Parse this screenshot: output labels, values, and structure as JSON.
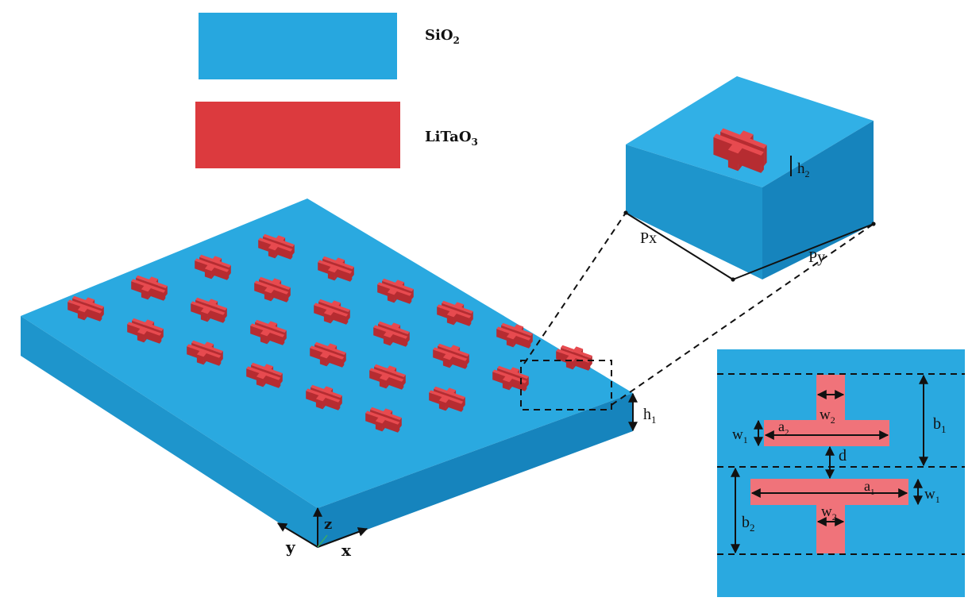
{
  "legend": {
    "items": [
      {
        "label_main": "SiO",
        "label_sub": "2",
        "color": "#27a7df"
      },
      {
        "label_main": "LiTaO",
        "label_sub": "3",
        "color": "#dc3a3e"
      }
    ]
  },
  "colors": {
    "sio2_top": "#2aa9e0",
    "sio2_front": "#1e95cc",
    "sio2_side": "#1684bd",
    "litao3_top": "#e74a4f",
    "litao3_side": "#b62c31",
    "litao3_flat": "#f0737a"
  },
  "array": {
    "rows": 4,
    "cols": 6,
    "height_label": {
      "main": "h",
      "sub": "1"
    },
    "axes": {
      "x": "x",
      "y": "y",
      "z": "z"
    }
  },
  "unit_cell": {
    "px_label": "Px",
    "py_label": "Py",
    "height_label": {
      "main": "h",
      "sub": "2"
    }
  },
  "top_view": {
    "labels": {
      "w2_top": {
        "main": "w",
        "sub": "2"
      },
      "w1_left": {
        "main": "w",
        "sub": "1"
      },
      "a2": {
        "main": "a",
        "sub": "2"
      },
      "b1": {
        "main": "b",
        "sub": "1"
      },
      "d": "d",
      "a1": {
        "main": "a",
        "sub": "1"
      },
      "w1_right": {
        "main": "w",
        "sub": "1"
      },
      "b2": {
        "main": "b",
        "sub": "2"
      },
      "w2_bottom": {
        "main": "w",
        "sub": "2"
      }
    }
  }
}
